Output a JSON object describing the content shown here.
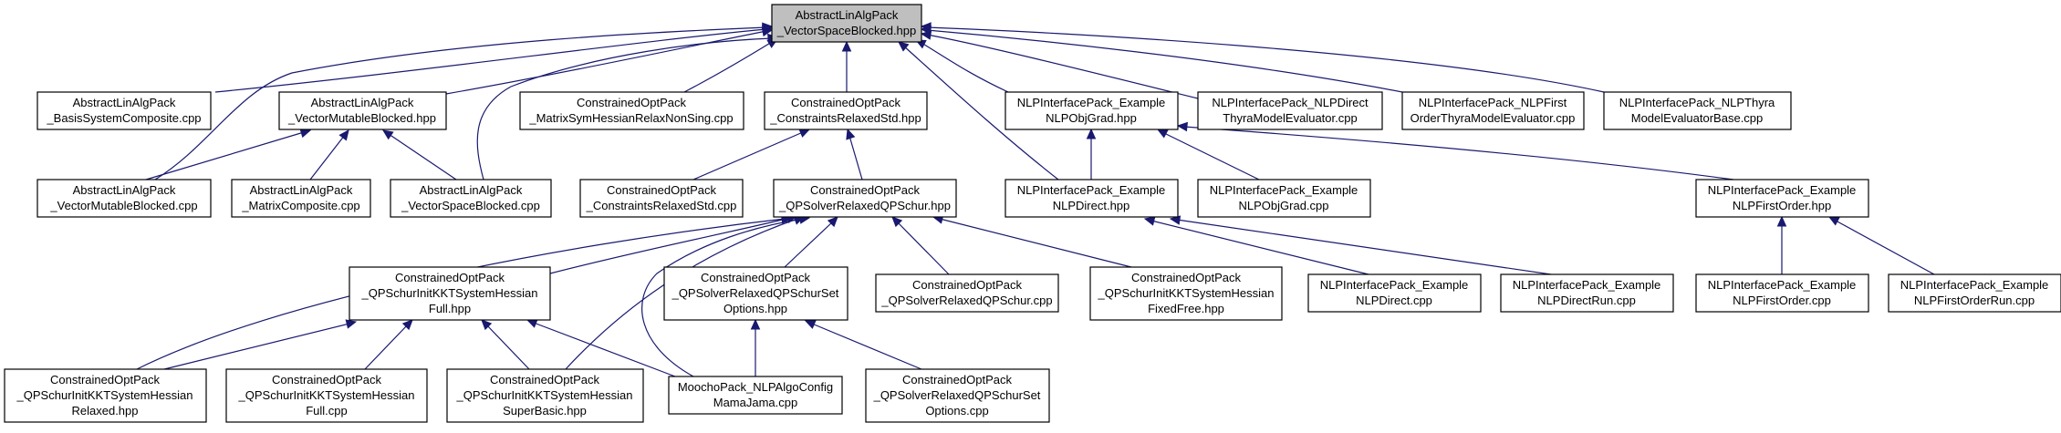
{
  "graph": {
    "nodes": {
      "root": {
        "line1": "AbstractLinAlgPack",
        "line2": "_VectorSpaceBlocked.hpp"
      },
      "basis": {
        "line1": "AbstractLinAlgPack",
        "line2": "_BasisSystemComposite.cpp"
      },
      "vmb_hpp": {
        "line1": "AbstractLinAlgPack",
        "line2": "_VectorMutableBlocked.hpp"
      },
      "msym": {
        "line1": "ConstrainedOptPack",
        "line2": "_MatrixSymHessianRelaxNonSing.cpp"
      },
      "crs_hpp": {
        "line1": "ConstrainedOptPack",
        "line2": "_ConstraintsRelaxedStd.hpp"
      },
      "objgrad_hpp": {
        "line1": "NLPInterfacePack_Example",
        "line2": "NLPObjGrad.hpp"
      },
      "thyra_me": {
        "line1": "NLPInterfacePack_NLPDirect",
        "line2": "ThyraModelEvaluator.cpp"
      },
      "thyra_fo": {
        "line1": "NLPInterfacePack_NLPFirst",
        "line2": "OrderThyraModelEvaluator.cpp"
      },
      "thyra_base": {
        "line1": "NLPInterfacePack_NLPThyra",
        "line2": "ModelEvaluatorBase.cpp"
      },
      "vmb_cpp": {
        "line1": "AbstractLinAlgPack",
        "line2": "_VectorMutableBlocked.cpp"
      },
      "mcomp": {
        "line1": "AbstractLinAlgPack",
        "line2": "_MatrixComposite.cpp"
      },
      "vsb_cpp": {
        "line1": "AbstractLinAlgPack",
        "line2": "_VectorSpaceBlocked.cpp"
      },
      "crs_cpp": {
        "line1": "ConstrainedOptPack",
        "line2": "_ConstraintsRelaxedStd.cpp"
      },
      "qpschur_hpp": {
        "line1": "ConstrainedOptPack",
        "line2": "_QPSolverRelaxedQPSchur.hpp"
      },
      "direct_hpp": {
        "line1": "NLPInterfacePack_Example",
        "line2": "NLPDirect.hpp"
      },
      "objgrad_cpp": {
        "line1": "NLPInterfacePack_Example",
        "line2": "NLPObjGrad.cpp"
      },
      "firstorder_hpp": {
        "line1": "NLPInterfacePack_Example",
        "line2": "NLPFirstOrder.hpp"
      },
      "kkt_full_hpp": {
        "line1": "ConstrainedOptPack",
        "line2": "_QPSchurInitKKTSystemHessian",
        "line3": "Full.hpp"
      },
      "setopt_hpp": {
        "line1": "ConstrainedOptPack",
        "line2": "_QPSolverRelaxedQPSchurSet",
        "line3": "Options.hpp"
      },
      "qpschur_cpp": {
        "line1": "ConstrainedOptPack",
        "line2": "_QPSolverRelaxedQPSchur.cpp"
      },
      "kkt_ff_hpp": {
        "line1": "ConstrainedOptPack",
        "line2": "_QPSchurInitKKTSystemHessian",
        "line3": "FixedFree.hpp"
      },
      "direct_cpp": {
        "line1": "NLPInterfacePack_Example",
        "line2": "NLPDirect.cpp"
      },
      "directrun_cpp": {
        "line1": "NLPInterfacePack_Example",
        "line2": "NLPDirectRun.cpp"
      },
      "firstorder_cpp": {
        "line1": "NLPInterfacePack_Example",
        "line2": "NLPFirstOrder.cpp"
      },
      "firstorderrun_cpp": {
        "line1": "NLPInterfacePack_Example",
        "line2": "NLPFirstOrderRun.cpp"
      },
      "kkt_relaxed_hpp": {
        "line1": "ConstrainedOptPack",
        "line2": "_QPSchurInitKKTSystemHessian",
        "line3": "Relaxed.hpp"
      },
      "kkt_full_cpp": {
        "line1": "ConstrainedOptPack",
        "line2": "_QPSchurInitKKTSystemHessian",
        "line3": "Full.cpp"
      },
      "kkt_sb_hpp": {
        "line1": "ConstrainedOptPack",
        "line2": "_QPSchurInitKKTSystemHessian",
        "line3": "SuperBasic.hpp"
      },
      "mamajama": {
        "line1": "MoochoPack_NLPAlgoConfig",
        "line2": "MamaJama.cpp"
      },
      "setopt_cpp": {
        "line1": "ConstrainedOptPack",
        "line2": "_QPSolverRelaxedQPSchurSet",
        "line3": "Options.cpp"
      }
    },
    "colors": {
      "edge": "#191970",
      "node_border": "#000000",
      "root_fill": "#bfbfbf",
      "node_fill": "#ffffff"
    }
  }
}
